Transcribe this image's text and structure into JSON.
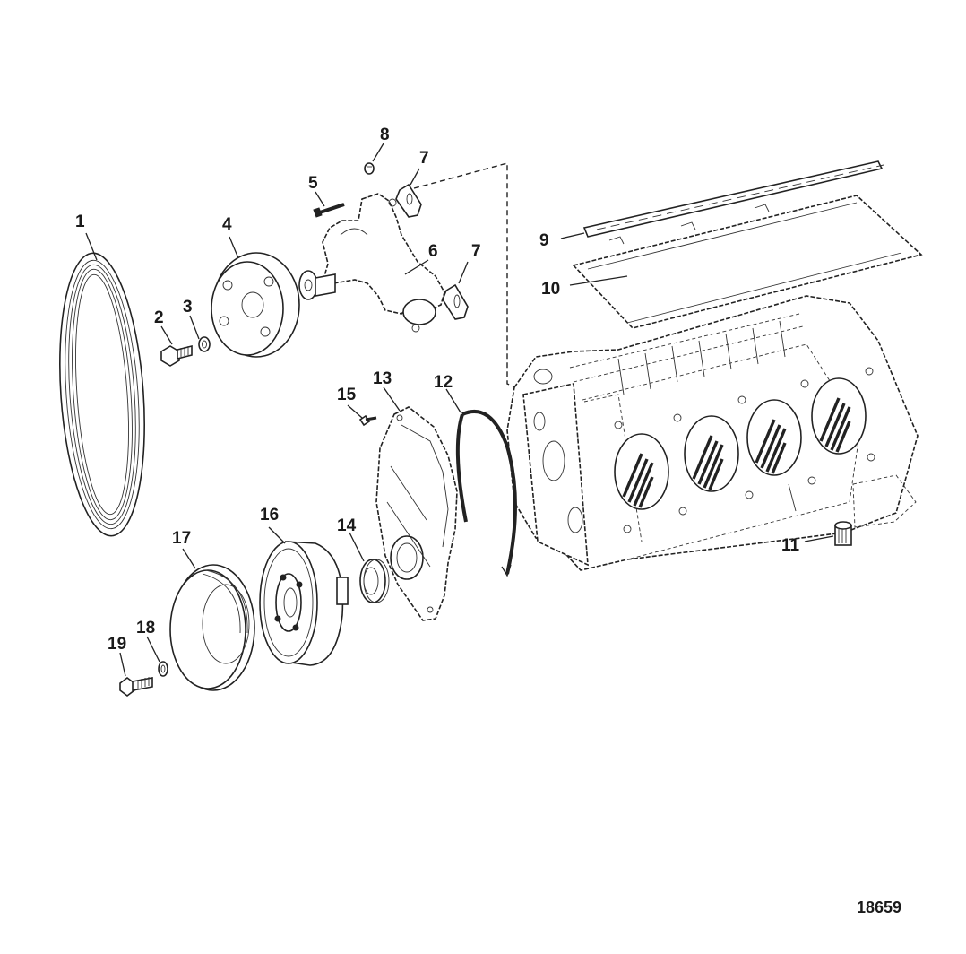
{
  "figure_number": "18659",
  "callouts": [
    {
      "id": "c1",
      "text": "1"
    },
    {
      "id": "c2",
      "text": "2"
    },
    {
      "id": "c3",
      "text": "3"
    },
    {
      "id": "c4",
      "text": "4"
    },
    {
      "id": "c5",
      "text": "5"
    },
    {
      "id": "c6",
      "text": "6"
    },
    {
      "id": "c7a",
      "text": "7"
    },
    {
      "id": "c7b",
      "text": "7"
    },
    {
      "id": "c8",
      "text": "8"
    },
    {
      "id": "c9",
      "text": "9"
    },
    {
      "id": "c10",
      "text": "10"
    },
    {
      "id": "c11",
      "text": "11"
    },
    {
      "id": "c12",
      "text": "12"
    },
    {
      "id": "c13",
      "text": "13"
    },
    {
      "id": "c14",
      "text": "14"
    },
    {
      "id": "c15",
      "text": "15"
    },
    {
      "id": "c16",
      "text": "16"
    },
    {
      "id": "c17",
      "text": "17"
    },
    {
      "id": "c18",
      "text": "18"
    },
    {
      "id": "c19",
      "text": "19"
    }
  ]
}
